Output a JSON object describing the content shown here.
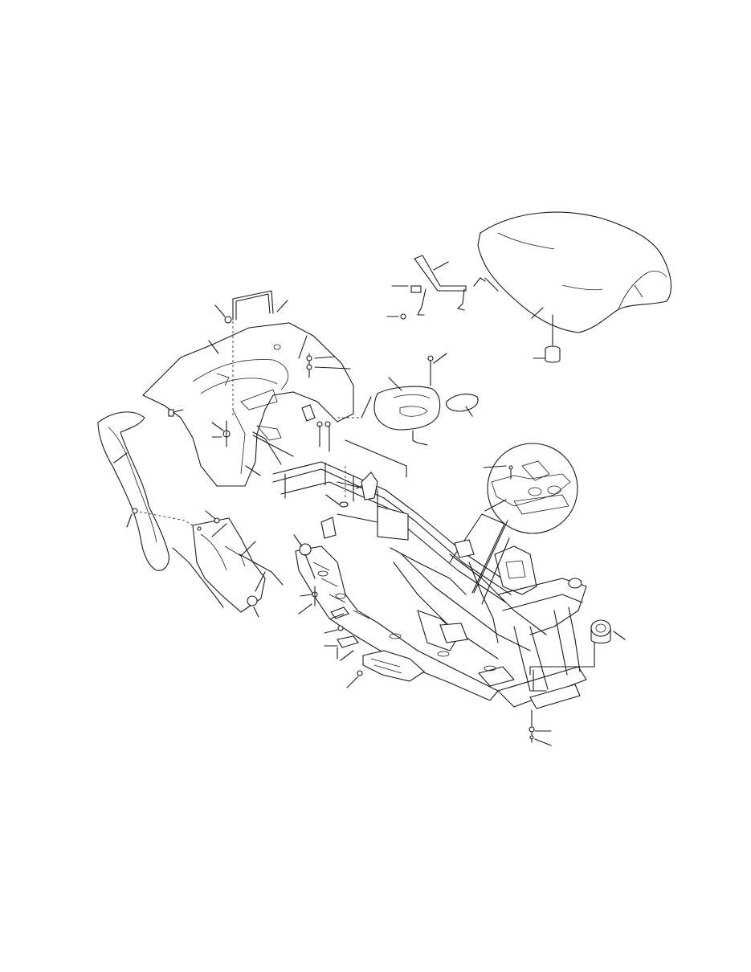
{
  "figure": {
    "description_visible_text": ""
  },
  "colors": {
    "line": "#1a1a1a",
    "background": "#ffffff"
  },
  "parts": [
    "seat",
    "seat-latch",
    "rear-rack",
    "rear-fender",
    "mud-flap",
    "footrest-panel",
    "frame",
    "battery-cover",
    "tool-box",
    "bumper-grommet",
    "detail-inset"
  ]
}
